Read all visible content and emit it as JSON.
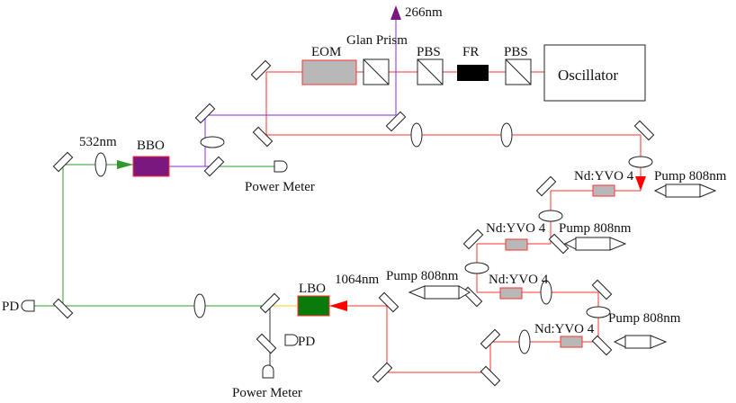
{
  "labels": {
    "uv_266": "266nm",
    "eom": "EOM",
    "glan_prism": "Glan Prism",
    "pbs_1": "PBS",
    "fr": "FR",
    "pbs_2": "PBS",
    "oscillator": "Oscillator",
    "green_532": "532nm",
    "bbo": "BBO",
    "power_meter_top": "Power Meter",
    "ndyvo4_1": "Nd:YVO 4",
    "pump_1": "Pump 808nm",
    "ndyvo4_2": "Nd:YVO 4",
    "pump_2": "Pump 808nm",
    "pump_3": "Pump 808nm",
    "ndyvo4_3": "Nd:YVO 4",
    "ir_1064": "1064nm",
    "lbo": "LBO",
    "pd_left": "PD",
    "pd_bottom": "PD",
    "pump_4": "Pump 808nm",
    "ndyvo4_4": "Nd:YVO 4",
    "power_meter_bottom": "Power Meter"
  },
  "colors": {
    "ir_beam": "#ff3030",
    "green_beam": "#2e9a2e",
    "uv_beam": "#8a2be2",
    "bbo_crystal": "#7a1880",
    "lbo_crystal": "#0a7a0a",
    "faraday_rotator": "#000000",
    "gain_crystal": "#b8b8b8",
    "arrow_red": "#ff0000",
    "arrow_purple": "#7a1880"
  }
}
